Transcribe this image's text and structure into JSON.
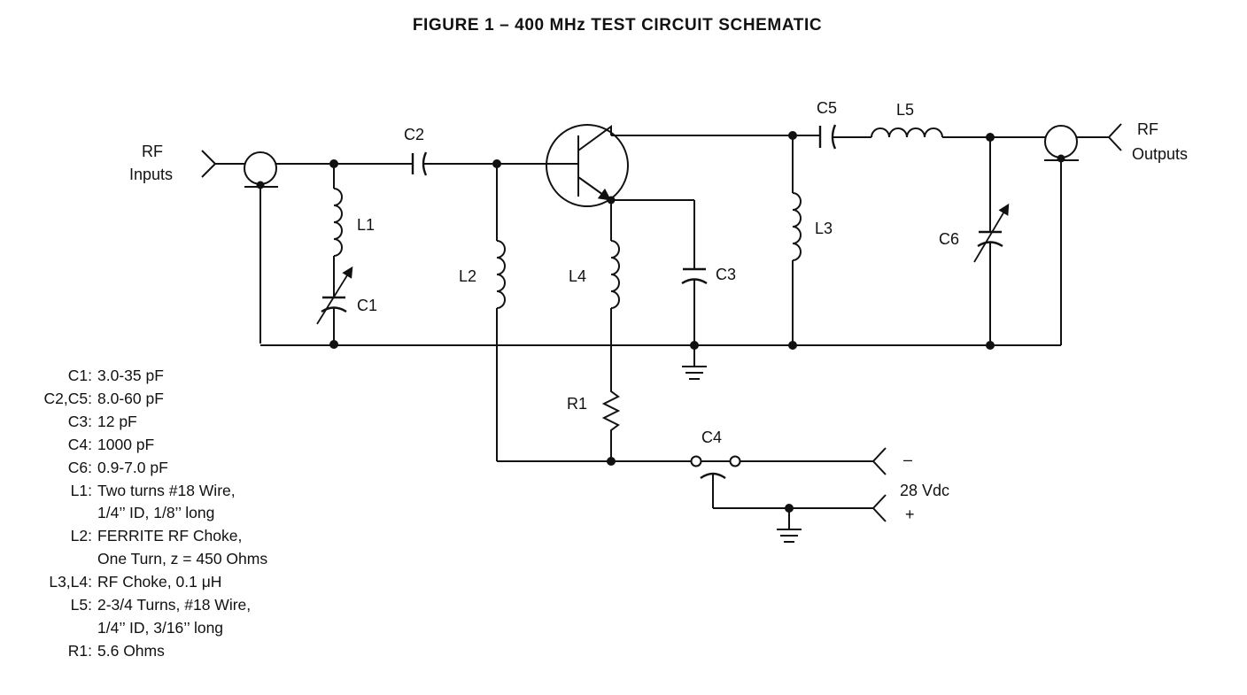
{
  "title": "FIGURE 1 – 400 MHz TEST CIRCUIT SCHEMATIC",
  "labels": {
    "rf_in_1": "RF",
    "rf_in_2": "Inputs",
    "rf_out_1": "RF",
    "rf_out_2": "Outputs",
    "C1": "C1",
    "C2": "C2",
    "C3": "C3",
    "C4": "C4",
    "C5": "C5",
    "C6": "C6",
    "L1": "L1",
    "L2": "L2",
    "L3": "L3",
    "L4": "L4",
    "L5": "L5",
    "R1": "R1",
    "minus": "–",
    "vdc": "28 Vdc",
    "plus": "+"
  },
  "parts_list": [
    {
      "ref": "C1:",
      "desc": "3.0-35 pF"
    },
    {
      "ref": "C2,C5:",
      "desc": "8.0-60 pF"
    },
    {
      "ref": "C3:",
      "desc": "12 pF"
    },
    {
      "ref": "C4:",
      "desc": "1000 pF"
    },
    {
      "ref": "C6:",
      "desc": "0.9-7.0 pF"
    },
    {
      "ref": "L1:",
      "desc": "Two turns #18 Wire,"
    },
    {
      "ref": "",
      "desc": "1/4’’ ID, 1/8’’ long"
    },
    {
      "ref": "L2:",
      "desc": "FERRITE RF Choke,"
    },
    {
      "ref": "",
      "desc": "One Turn, z = 450 Ohms"
    },
    {
      "ref": "L3,L4:",
      "desc": "RF Choke, 0.1 μH"
    },
    {
      "ref": "L5:",
      "desc": "2-3/4 Turns, #18 Wire,"
    },
    {
      "ref": "",
      "desc": "1/4’’ ID, 3/16’’ long"
    },
    {
      "ref": "R1:",
      "desc": "5.6 Ohms"
    }
  ]
}
